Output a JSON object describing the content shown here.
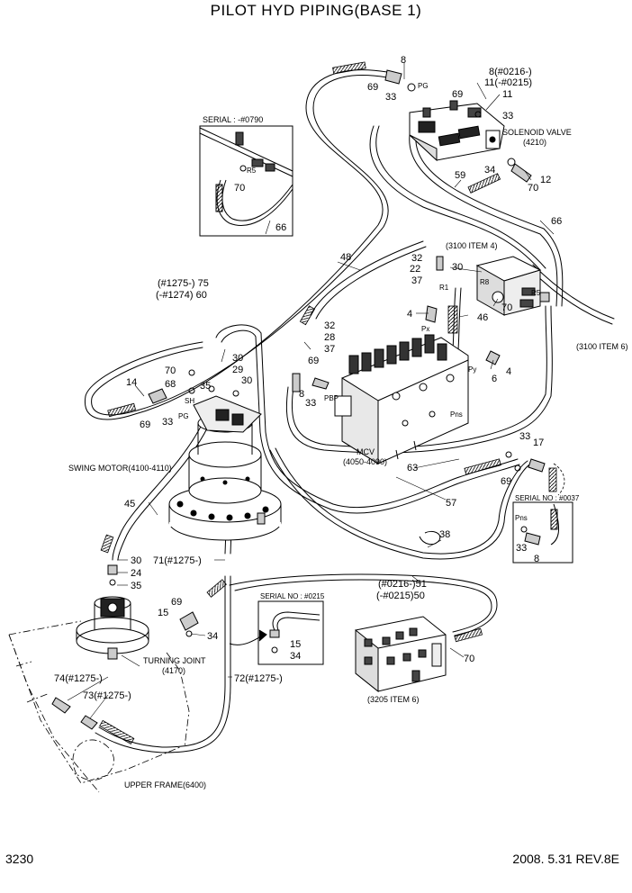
{
  "title": "PILOT HYD PIPING(BASE 1)",
  "footer": {
    "page": "3230",
    "revision": "2008. 5.31  REV.8E"
  },
  "insets": {
    "serial_0790": "SERIAL : -#0790",
    "serial_0037": "SERIAL NO : #0037",
    "serial_0215": "SERIAL NO : #0215"
  },
  "captions": {
    "solenoid": "SOLENOID VALVE",
    "solenoid_ref": "(4210)",
    "mcv": "MCV",
    "mcv_ref": "(4050-4090)",
    "swing_motor": "SWING MOTOR(4100-4110)",
    "turning_joint": "TURNING JOINT",
    "turning_joint_ref": "(4170)",
    "upper_frame": "UPPER FRAME(6400)",
    "item_3100_4": "(3100 ITEM 4)",
    "item_3100_6": "(3100 ITEM 6)",
    "item_3205_6": "(3205 ITEM 6)"
  },
  "ports": {
    "pg1": "PG",
    "r5a": "R5",
    "r1": "R1",
    "r8": "R8",
    "r5b": "R5",
    "px": "Px",
    "py": "Py",
    "pbp": "PBP",
    "pns": "Pns",
    "sh": "SH",
    "pg2": "PG",
    "pns2": "Pns"
  },
  "callouts": {
    "c8_top": "8",
    "c69_top": "69",
    "c33_top": "33",
    "c8_0216": "8(#0216-)",
    "c11_0215": "11(-#0215)",
    "c69_b": "69",
    "c11": "11",
    "c33_b": "33",
    "c34": "34",
    "c12": "12",
    "c70_sol": "70",
    "c59": "59",
    "c66_right": "66",
    "c70_inset": "70",
    "c66_inset": "66",
    "c48": "48",
    "c32a": "32",
    "c22": "22",
    "c37a": "37",
    "c30a": "30",
    "c75": "(#1275-) 75",
    "c60": "(-#1274) 60",
    "c70_r": "70",
    "c46": "46",
    "c4a": "4",
    "c32b": "32",
    "c28": "28",
    "c37b": "37",
    "c69_mcv": "69",
    "c4b": "4",
    "c6": "6",
    "c70_sw": "70",
    "c68": "68",
    "c35_sw": "35",
    "c30_sw": "30",
    "c29": "29",
    "c30_sw2": "30",
    "c14": "14",
    "c69_sw": "69",
    "c33_sw": "33",
    "c8_mcv": "8",
    "c33_mcv": "33",
    "c33_r": "33",
    "c17": "17",
    "c63": "63",
    "c69_r": "69",
    "c57": "57",
    "c45": "45",
    "c30_tj": "30",
    "c24": "24",
    "c35_tj": "35",
    "c71": "71(#1275-)",
    "c38": "38",
    "c51": "(#0216-)51",
    "c50": "(-#0215)50",
    "c69_tj": "69",
    "c15": "15",
    "c34_tj": "34",
    "c15_inset": "15",
    "c34_inset": "34",
    "c70_blk": "70",
    "c74": "74(#1275-)",
    "c73": "73(#1275-)",
    "c72": "72(#1275-)",
    "c33_sn": "33",
    "c8_sn": "8"
  }
}
